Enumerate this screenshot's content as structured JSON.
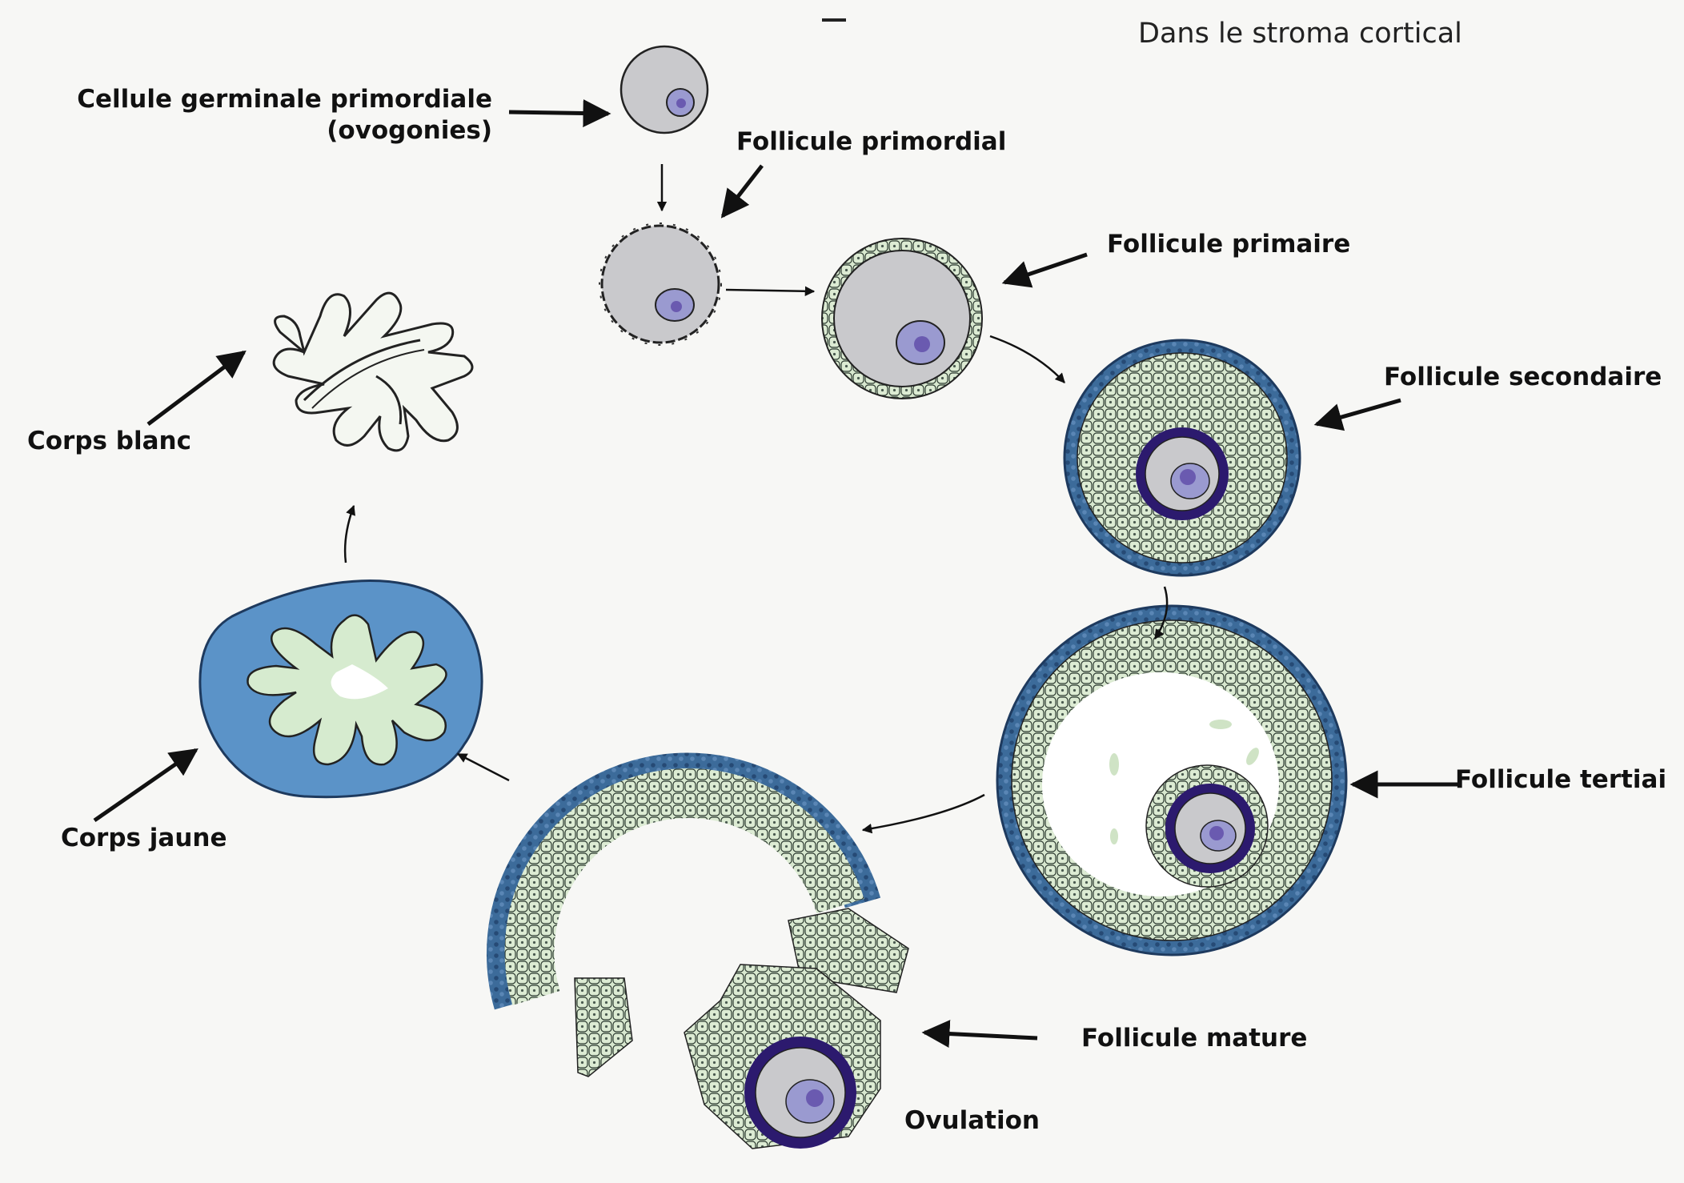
{
  "diagram": {
    "title": "Dans le stroma cortical",
    "labels": {
      "cellule_germinale_line1": "Cellule germinale primordiale",
      "cellule_germinale_line2": "(ovogonies)",
      "follicule_primordial": "Follicule primordial",
      "follicule_primaire": "Follicule primaire",
      "follicule_secondaire": "Follicule secondaire",
      "follicule_tertiaire": "Follicule tertiai",
      "follicule_mature": "Follicule mature",
      "ovulation": "Ovulation",
      "corps_jaune": "Corps jaune",
      "corps_blanc": "Corps blanc"
    },
    "colors": {
      "background": "#f7f7f5",
      "oocyte": "#c9c9cc",
      "nucleus": "#9a9ad0",
      "nucleolus": "#6a5ab0",
      "zona_pellucida": "#2c1a6e",
      "granulosa": "#d8e8cf",
      "theca": "#3c6b9a",
      "corpus_luteum": "#5b93c8",
      "luteal_cells": "#d6ebcf"
    }
  }
}
